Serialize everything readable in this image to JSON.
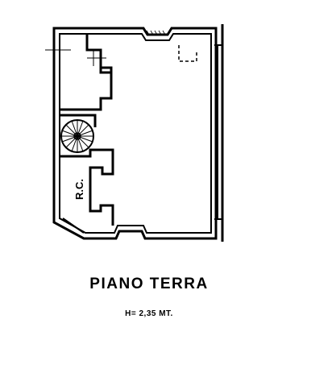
{
  "plan": {
    "title": "PIANO TERRA",
    "height_note": "H= 2,35 MT.",
    "room_label": "R.C.",
    "line_color": "#000000",
    "background": "#ffffff",
    "symbols": [
      "spiral-stair-icon",
      "north-edge-hatching",
      "column-marker-icon"
    ]
  }
}
